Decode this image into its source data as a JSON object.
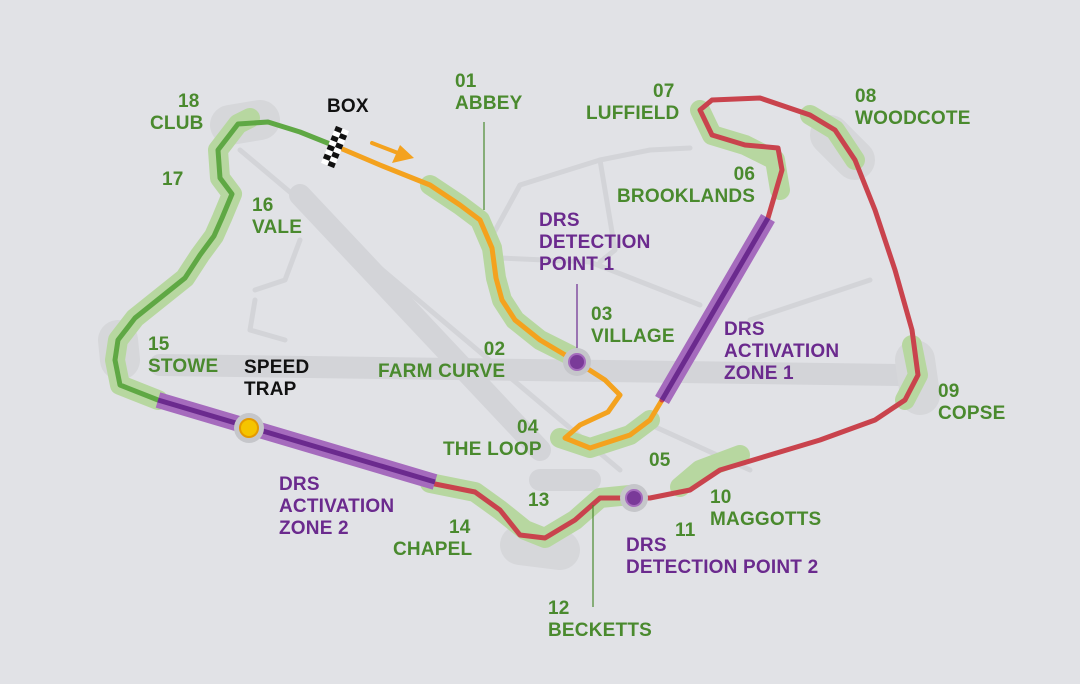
{
  "colors": {
    "background": "#e1e2e6",
    "service_roads": "#d0d1d5",
    "track_halo": "#b7d7a0",
    "sector1": "#f4a21e",
    "sector2": "#c9434d",
    "sector3": "#5fa844",
    "drs_zone": "#6b2a8e",
    "drs_zone_glow": "#a56bbd",
    "corner_label": "#4a8a2e",
    "drs_label": "#6b2a8e",
    "speed_trap": "#f5c400"
  },
  "labels": {
    "box": "BOX",
    "speed_trap": [
      "SPEED",
      "TRAP"
    ],
    "drs_detection_1": [
      "DRS",
      "DETECTION",
      "POINT 1"
    ],
    "drs_detection_2": [
      "DRS",
      "DETECTION POINT 2"
    ],
    "drs_activation_1": [
      "DRS",
      "ACTIVATION",
      "ZONE 1"
    ],
    "drs_activation_2": [
      "DRS",
      "ACTIVATION",
      "ZONE 2"
    ]
  },
  "corners": [
    {
      "lines": [
        "01",
        "ABBEY"
      ]
    },
    {
      "lines": [
        "02",
        "FARM CURVE"
      ]
    },
    {
      "lines": [
        "03",
        "VILLAGE"
      ]
    },
    {
      "lines": [
        "04",
        "THE LOOP"
      ]
    },
    {
      "lines": [
        "05"
      ]
    },
    {
      "lines": [
        "06",
        "BROOKLANDS"
      ]
    },
    {
      "lines": [
        "07",
        "LUFFIELD"
      ]
    },
    {
      "lines": [
        "08",
        "WOODCOTE"
      ]
    },
    {
      "lines": [
        "09",
        "COPSE"
      ]
    },
    {
      "lines": [
        "10",
        "MAGGOTTS"
      ]
    },
    {
      "lines": [
        "11"
      ]
    },
    {
      "lines": [
        "12",
        "BECKETTS"
      ]
    },
    {
      "lines": [
        "13"
      ]
    },
    {
      "lines": [
        "14",
        "CHAPEL"
      ]
    },
    {
      "lines": [
        "15",
        "STOWE"
      ]
    },
    {
      "lines": [
        "16",
        "VALE"
      ]
    },
    {
      "lines": [
        "17"
      ]
    },
    {
      "lines": [
        "18",
        "CLUB"
      ]
    }
  ]
}
